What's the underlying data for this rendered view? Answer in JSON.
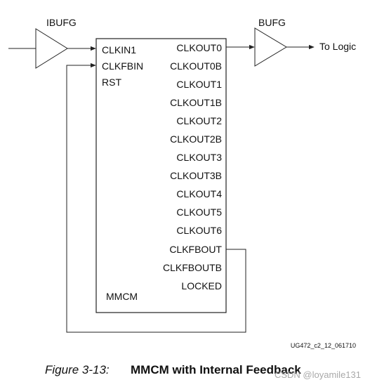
{
  "ibufg": {
    "label": "IBUFG"
  },
  "bufg": {
    "label": "BUFG"
  },
  "destination": {
    "label": "To Logic"
  },
  "mmcm": {
    "name": "MMCM",
    "inputs": [
      "CLKIN1",
      "CLKFBIN",
      "RST"
    ],
    "outputs": [
      "CLKOUT0",
      "CLKOUT0B",
      "CLKOUT1",
      "CLKOUT1B",
      "CLKOUT2",
      "CLKOUT2B",
      "CLKOUT3",
      "CLKOUT3B",
      "CLKOUT4",
      "CLKOUT5",
      "CLKOUT6",
      "CLKFBOUT",
      "CLKFBOUTB",
      "LOCKED"
    ]
  },
  "figure_id": "UG472_c2_12_061710",
  "caption": {
    "number": "Figure 3-13:",
    "title": "MMCM with Internal Feedback"
  },
  "watermark": "CSDN @loyamile131"
}
